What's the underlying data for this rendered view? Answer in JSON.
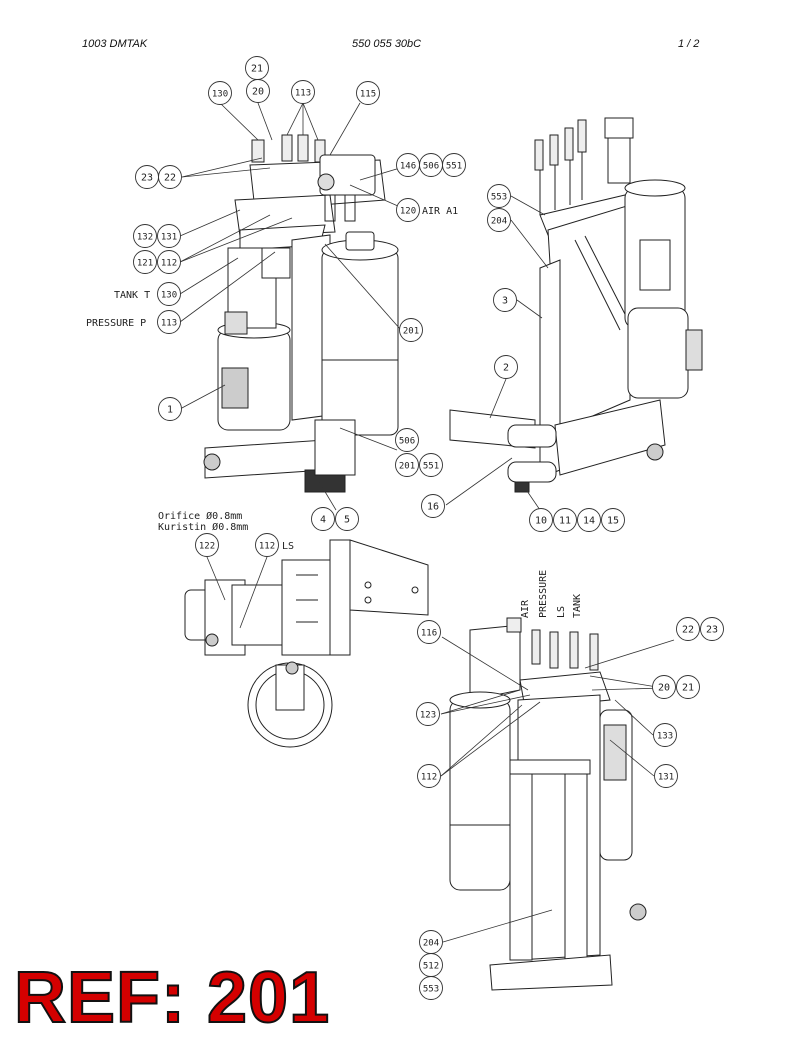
{
  "header": {
    "left": "1003   DMTAK",
    "center": "550 055 30bC",
    "right": "1 /  2"
  },
  "balloons": {
    "v1": [
      "21",
      "20",
      "130",
      "113",
      "115",
      "23",
      "22",
      "146",
      "506",
      "551",
      "120",
      "132",
      "131",
      "121",
      "112",
      "130",
      "113",
      "201",
      "1",
      "506",
      "201",
      "551",
      "4",
      "5"
    ],
    "v2": [
      "553",
      "204",
      "3",
      "2",
      "16",
      "10",
      "11",
      "14",
      "15"
    ],
    "v3": [
      "122",
      "112"
    ],
    "v4": [
      "116",
      "22",
      "23",
      "20",
      "21",
      "123",
      "133",
      "112",
      "131",
      "204",
      "512",
      "553"
    ]
  },
  "text_labels": {
    "air_a1": "AIR A1",
    "tank_t": "TANK T",
    "pressure_p": "PRESSURE P",
    "ls_mark": "LS",
    "orifice": "Orifice  Ø0.8mm",
    "kuristin": "Kuristin  Ø0.8mm",
    "port_air": "AIR",
    "port_pressure": "PRESSURE",
    "port_ls": "LS",
    "port_tank": "TANK"
  },
  "ref_label": "REF: 201"
}
